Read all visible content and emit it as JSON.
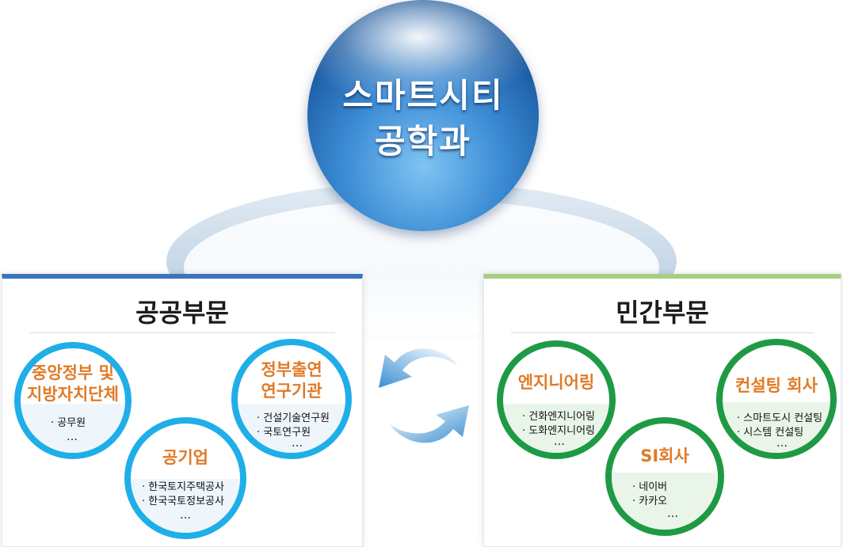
{
  "center": {
    "title": "스마트시티\n공학과"
  },
  "public_sector": {
    "title": "공공부문",
    "orgs": [
      {
        "name": "중앙정부 및\n지방자치단체",
        "items": [
          "· 공무원"
        ],
        "more": "…"
      },
      {
        "name": "공기업",
        "items": [
          "· 한국토지주택공사",
          "· 한국국토정보공사"
        ],
        "more": "…"
      },
      {
        "name": "정부출연\n연구기관",
        "items": [
          "· 건설기술연구원",
          "· 국토연구원"
        ],
        "more": "…"
      }
    ]
  },
  "private_sector": {
    "title": "민간부문",
    "orgs": [
      {
        "name": "엔지니어링",
        "items": [
          "· 건화엔지니어링",
          "· 도화엔지니어링"
        ],
        "more": "…"
      },
      {
        "name": "SI회사",
        "items": [
          "· 네이버",
          "· 카카오"
        ],
        "more": "…"
      },
      {
        "name": "컨설팅 회사",
        "items": [
          "· 스마트도시 컨설팅",
          "· 시스템 컨설팅"
        ],
        "more": "…"
      }
    ]
  },
  "colors": {
    "public_accent": "#3b74b8",
    "private_accent": "#a6cf82",
    "public_circle": "#1faee8",
    "private_circle": "#1e9a45",
    "org_name": "#e07a26",
    "arrow": "#3d8fd0"
  },
  "icons": {
    "exchange": "cycle-arrows-icon"
  }
}
